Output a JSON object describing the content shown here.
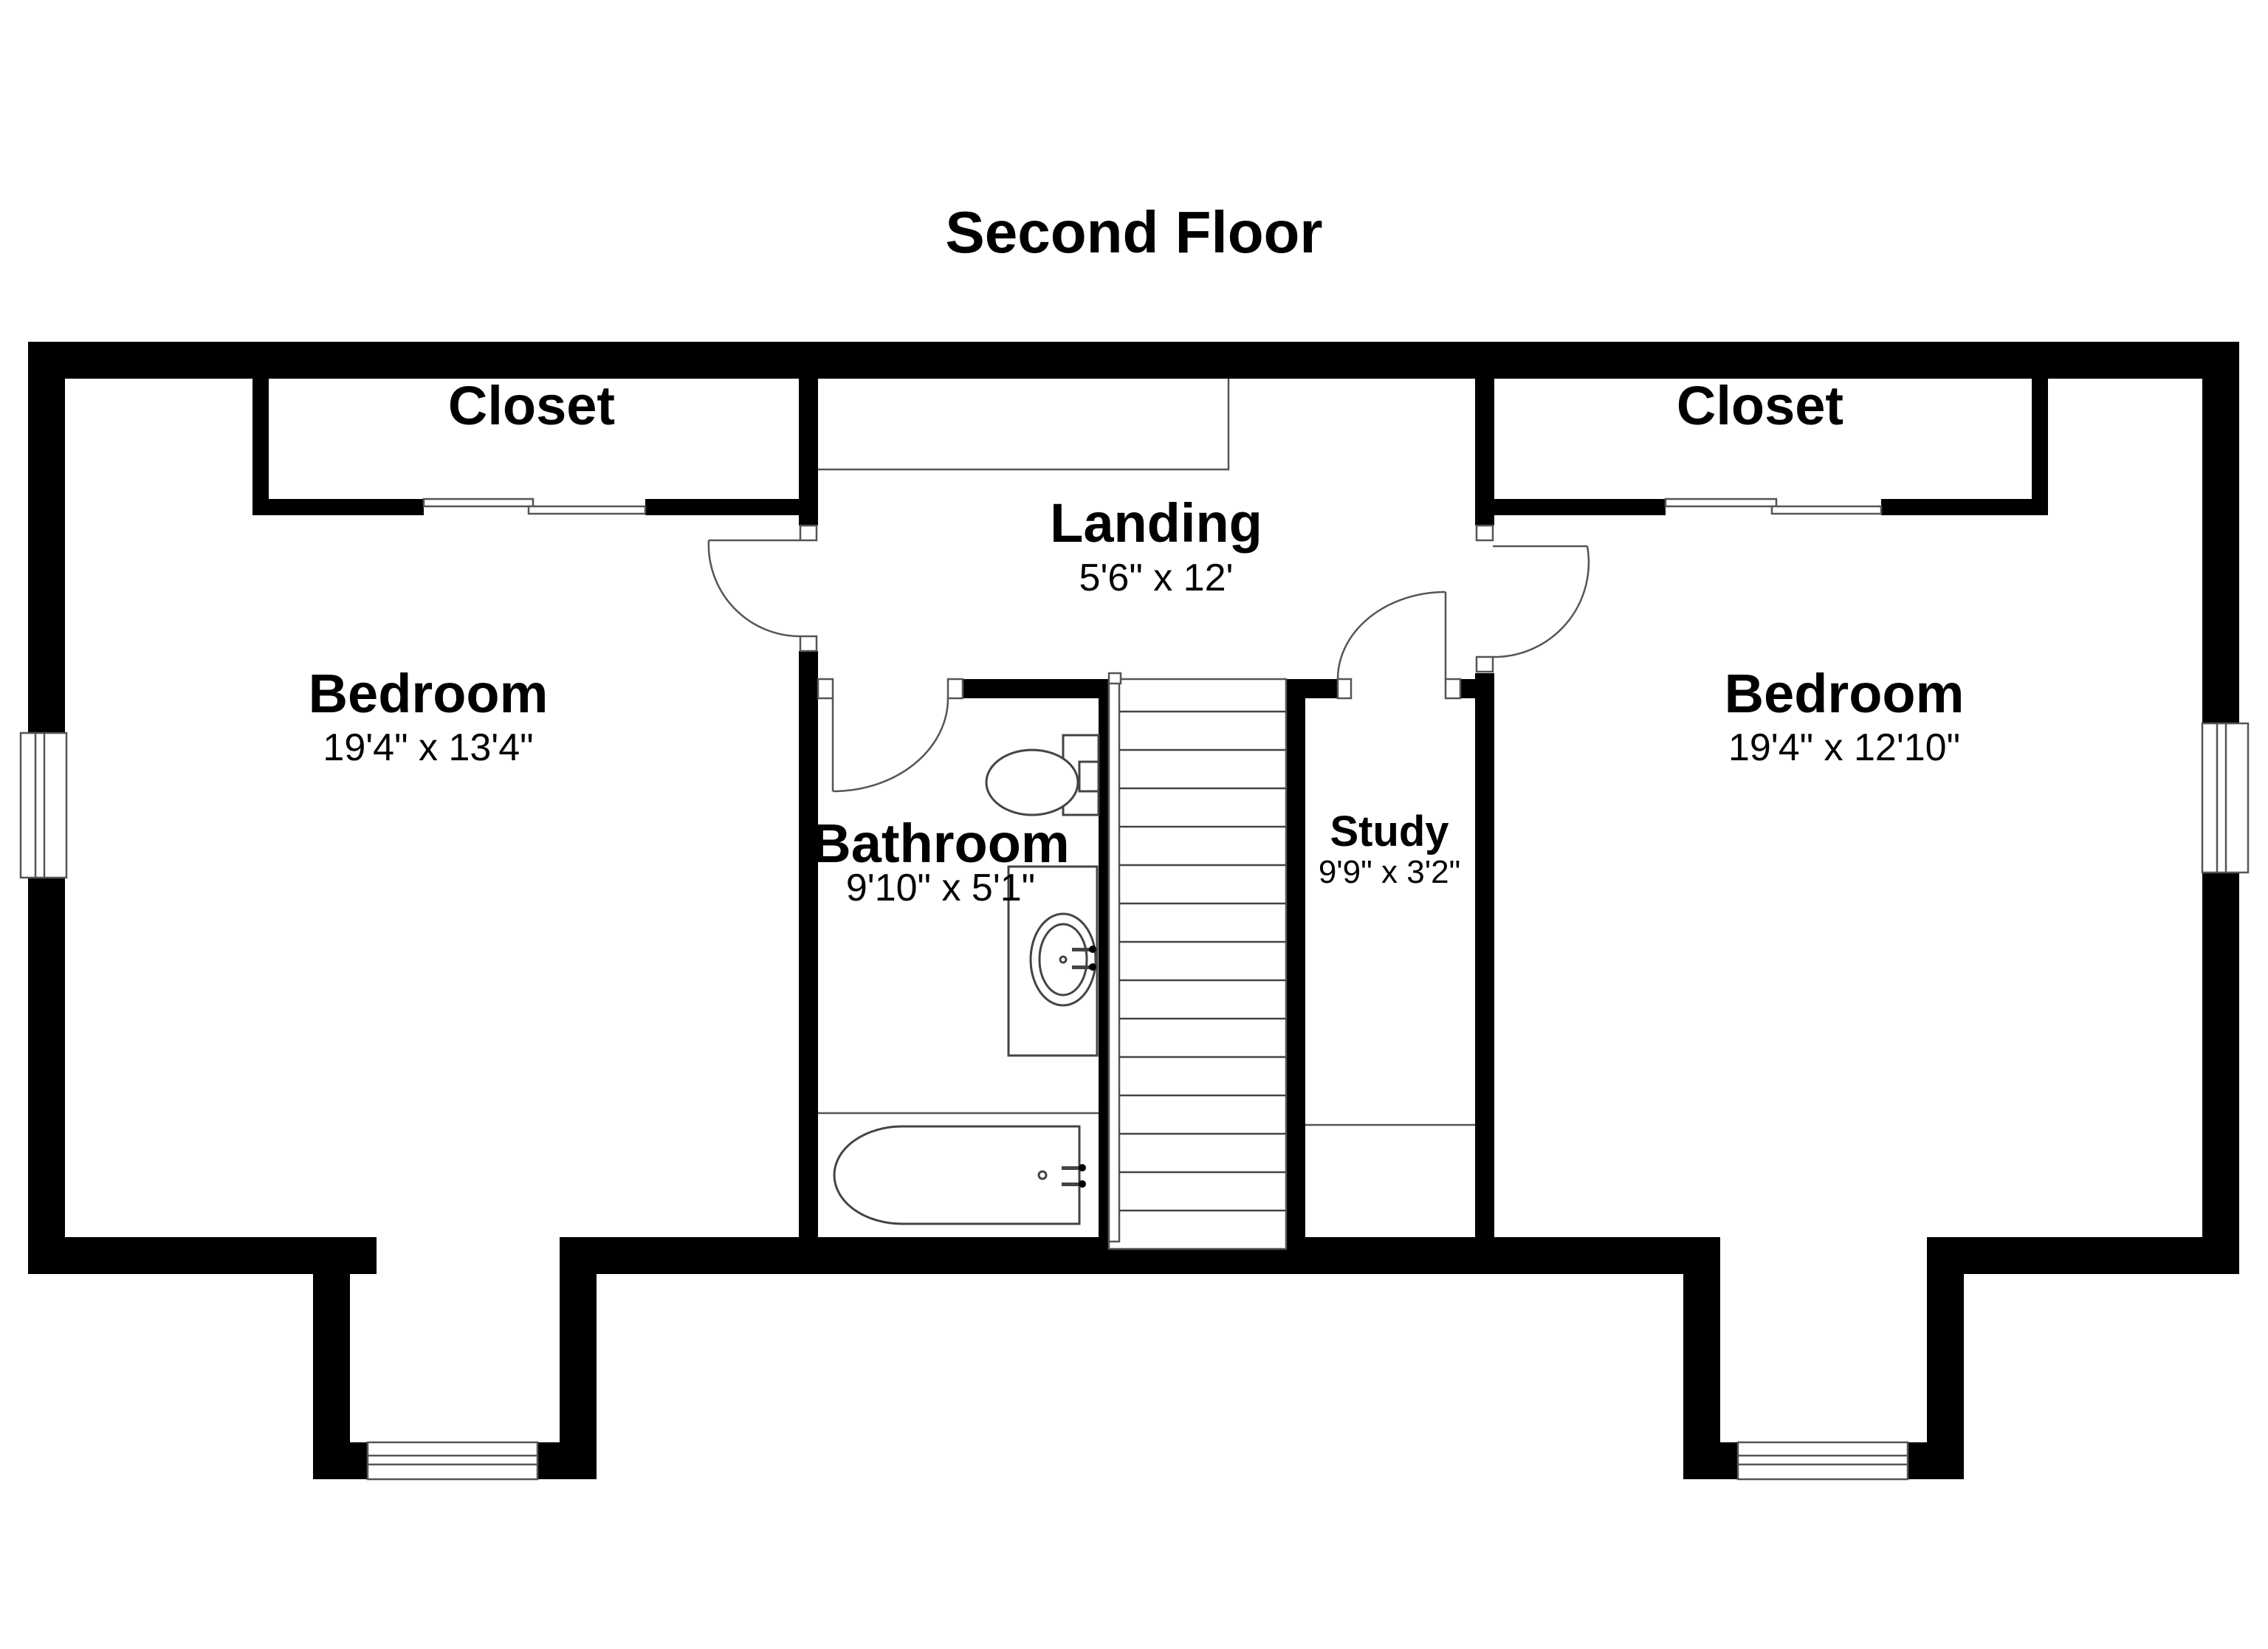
{
  "floor": {
    "title": "Second Floor"
  },
  "rooms": {
    "bedroom_left": {
      "name": "Bedroom",
      "dims": "19'4\" x 13'4\""
    },
    "bedroom_right": {
      "name": "Bedroom",
      "dims": "19'4\" x 12'10\""
    },
    "closet_left": {
      "name": "Closet"
    },
    "closet_right": {
      "name": "Closet"
    },
    "landing": {
      "name": "Landing",
      "dims": "5'6\" x 12'"
    },
    "bathroom": {
      "name": "Bathroom",
      "dims": "9'10\" x 5'1\""
    },
    "study": {
      "name": "Study",
      "dims": "9'9\" x 3'2\""
    }
  },
  "colors": {
    "wall": "#000000",
    "background": "#ffffff",
    "fixture_line": "#444444"
  }
}
